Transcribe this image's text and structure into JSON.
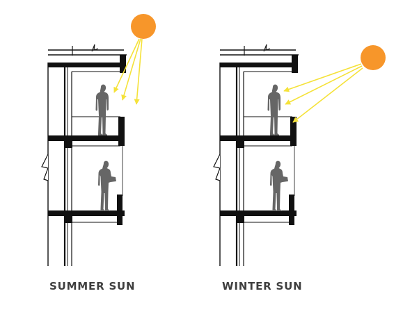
{
  "figure": {
    "panels": [
      {
        "caption": "SUMMER SUN",
        "sun": "summer"
      },
      {
        "caption": "WINTER SUN",
        "sun": "winter"
      }
    ]
  },
  "colors": {
    "sun": "#f7962a",
    "rays": "#f5e23a",
    "structure": "#111111",
    "figure": "#666666",
    "caption": "#3f3f3f"
  },
  "icons": {
    "sun": "sun-icon",
    "person": "person-silhouette-icon",
    "person_reading": "person-reading-icon"
  }
}
